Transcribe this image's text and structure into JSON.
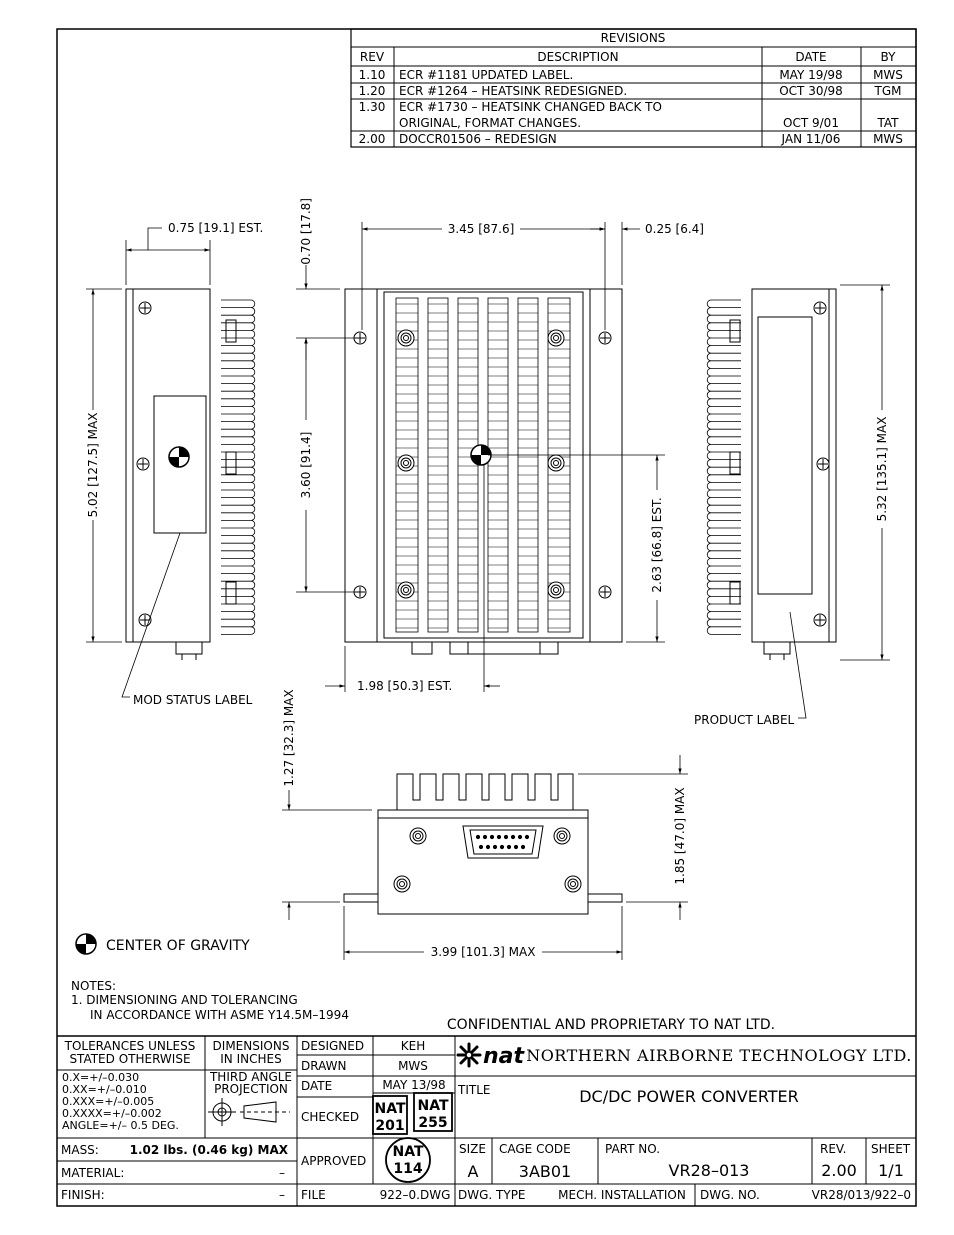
{
  "revisions": {
    "title": "REVISIONS",
    "headers": {
      "rev": "REV",
      "description": "DESCRIPTION",
      "date": "DATE",
      "by": "BY"
    },
    "rows": [
      {
        "rev": "1.10",
        "desc1": "ECR #1181 UPDATED LABEL.",
        "desc2": "",
        "date": "MAY 19/98",
        "by": "MWS"
      },
      {
        "rev": "1.20",
        "desc1": "ECR #1264 – HEATSINK REDESIGNED.",
        "desc2": "",
        "date": "OCT 30/98",
        "by": "TGM"
      },
      {
        "rev": "1.30",
        "desc1": "ECR #1730 – HEATSINK CHANGED BACK TO",
        "desc2": "ORIGINAL, FORMAT CHANGES.",
        "date": "OCT 9/01",
        "by": "TAT"
      },
      {
        "rev": "2.00",
        "desc1": "DOCCR01506 – REDESIGN",
        "desc2": "",
        "date": "JAN 11/06",
        "by": "MWS"
      }
    ]
  },
  "dimensions": {
    "d075": "0.75 [19.1] EST.",
    "d070": "0.70 [17.8]",
    "d345": "3.45 [87.6]",
    "d025": "0.25 [6.4]",
    "d502": "5.02 [127.5] MAX",
    "d360": "3.60 [91.4]",
    "d263": "2.63 [66.8] EST.",
    "d532": "5.32 [135.1] MAX",
    "d198": "1.98 [50.3] EST.",
    "d127": "1.27 [32.3] MAX",
    "d185": "1.85 [47.0] MAX",
    "d399": "3.99 [101.3] MAX"
  },
  "labels": {
    "mod_status": "MOD STATUS LABEL",
    "product": "PRODUCT LABEL",
    "cog": "CENTER OF GRAVITY"
  },
  "notes": {
    "title": "NOTES:",
    "line1": "1. DIMENSIONING AND TOLERANCING",
    "line2": "IN ACCORDANCE WITH ASME Y14.5M–1994"
  },
  "confidential": "CONFIDENTIAL AND PROPRIETARY TO NAT LTD.",
  "title_block": {
    "tol_title1": "TOLERANCES UNLESS",
    "tol_title2": "STATED OTHERWISE",
    "tol_lines": [
      "0.X=+/–0.030",
      "0.XX=+/–0.010",
      "0.XXX=+/–0.005",
      "0.XXXX=+/–0.002",
      "ANGLE=+/– 0.5 DEG."
    ],
    "dim_title1": "DIMENSIONS",
    "dim_title2": "IN INCHES",
    "proj1": "THIRD ANGLE",
    "proj2": "PROJECTION",
    "designed_label": "DESIGNED",
    "designed": "KEH",
    "drawn_label": "DRAWN",
    "drawn": "MWS",
    "date_label": "DATE",
    "date": "MAY 13/98",
    "checked_label": "CHECKED",
    "checked1_a": "NAT",
    "checked1_b": "201",
    "checked2_a": "NAT",
    "checked2_b": "255",
    "approved_label": "APPROVED",
    "approved_a": "NAT",
    "approved_b": "114",
    "company_logo": "nat",
    "company": "NORTHERN AIRBORNE TECHNOLOGY LTD.",
    "title_label": "TITLE",
    "title": "DC/DC POWER CONVERTER",
    "size_label": "SIZE",
    "size": "A",
    "cage_label": "CAGE CODE",
    "cage": "3AB01",
    "part_label": "PART NO.",
    "part": "VR28–013",
    "rev_label": "REV.",
    "rev": "2.00",
    "sheet_label": "SHEET",
    "sheet": "1/1",
    "mass_label": "MASS:",
    "mass": "1.02 lbs. (0.46 kg) MAX",
    "material_label": "MATERIAL:",
    "material": "–",
    "finish_label": "FINISH:",
    "finish": "–",
    "file_label": "FILE",
    "file": "922–0.DWG",
    "dwgtype_label": "DWG. TYPE",
    "dwgtype": "MECH. INSTALLATION",
    "dwgno_label": "DWG. NO.",
    "dwgno": "VR28/013/922–0"
  }
}
